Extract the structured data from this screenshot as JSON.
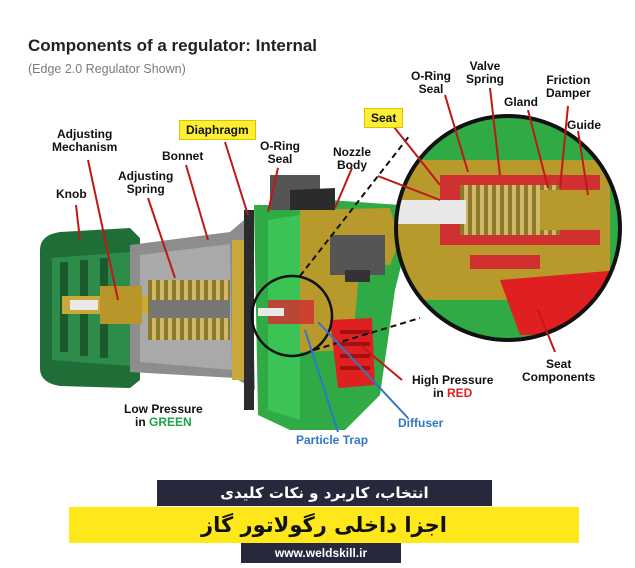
{
  "title": "Components of a regulator: Internal",
  "subtitle": "(Edge 2.0 Regulator Shown)",
  "labels": {
    "adjusting_mechanism": [
      "Adjusting",
      "Mechanism"
    ],
    "adjusting_spring": [
      "Adjusting",
      "Spring"
    ],
    "bonnet": "Bonnet",
    "knob": "Knob",
    "diaphragm": "Diaphragm",
    "oring_seal_main": [
      "O-Ring",
      "Seal"
    ],
    "nozzle_body": [
      "Nozzle",
      "Body"
    ],
    "seat": "Seat",
    "oring_seal_zoom": [
      "O-Ring",
      "Seal"
    ],
    "valve_spring": [
      "Valve",
      "Spring"
    ],
    "gland": "Gland",
    "friction_damper": [
      "Friction",
      "Damper"
    ],
    "guide": "Guide",
    "seat_components": [
      "Seat",
      "Components"
    ],
    "high_pressure_line1": "High Pressure",
    "high_pressure_in": "in",
    "high_pressure_color": "RED",
    "low_pressure_line1": "Low Pressure",
    "low_pressure_in": "in",
    "low_pressure_color": "GREEN",
    "diffuser": "Diffuser",
    "particle_trap": "Particle Trap"
  },
  "banner": {
    "subtitle_fa": "انتخاب، کاربرد و نکات کلیدی",
    "title_fa": "اجزا داخلی رگولاتور گاز",
    "url": "www.weldskill.ir"
  },
  "colors": {
    "high_pressure": "#e02020",
    "low_pressure": "#1aa34a",
    "diffuser_blue": "#2f76c8",
    "highlight_yellow": "#ffee33",
    "banner_dark": "#27283c",
    "brass": "#b89a2c",
    "knob_green": "#1f7a3a"
  }
}
